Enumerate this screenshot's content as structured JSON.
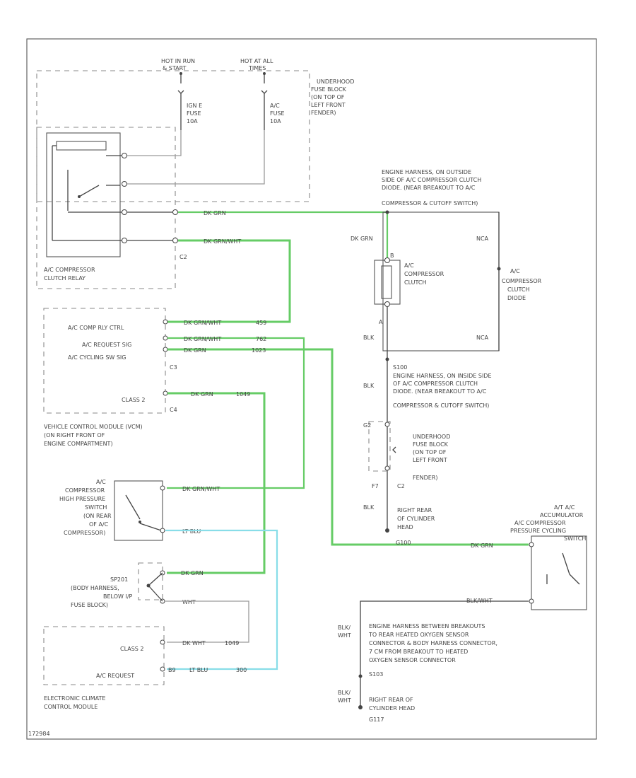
{
  "diagram": {
    "fuse_block_top": {
      "hot_run_l1": "HOT IN RUN",
      "hot_run_l2": "& START",
      "hot_all_l1": "HOT AT ALL",
      "hot_all_l2": "TIMES",
      "ign_fuse_l1": "IGN E",
      "ign_fuse_l2": "FUSE",
      "ign_fuse_l3": "10A",
      "ac_fuse_l1": "A/C",
      "ac_fuse_l2": "FUSE",
      "ac_fuse_l3": "10A",
      "label_l1": "UNDERHOOD",
      "label_l2": "FUSE BLOCK",
      "label_l3": "(ON TOP OF",
      "label_l4": "LEFT FRONT",
      "label_l5": "FENDER)"
    },
    "relay": {
      "label_l1": "A/C COMPRESSOR",
      "label_l2": "CLUTCH RELAY",
      "connector": "C2",
      "wire1": "DK GRN",
      "wire2": "DK GRN/WHT"
    },
    "harness_top": {
      "l1": "ENGINE HARNESS, ON OUTSIDE",
      "l2": "SIDE OF A/C COMPRESSOR CLUTCH",
      "l3": "DIODE. (NEAR BREAKOUT TO A/C",
      "l4": "COMPRESSOR & CUTOFF SWITCH)"
    },
    "clutch": {
      "wire_in": "DK GRN",
      "label_l1": "A/C",
      "label_l2": "COMPRESSOR",
      "label_l3": "CLUTCH",
      "pin_b": "B",
      "pin_a": "A",
      "wire_out": "BLK"
    },
    "diode": {
      "wire_top": "NCA",
      "wire_bottom": "NCA",
      "label_l1": "A/C",
      "label_l2": "COMPRESSOR",
      "label_l3": "CLUTCH",
      "label_l4": "DIODE"
    },
    "vcm": {
      "pin1": "A/C COMP RLY CTRL",
      "pin2": "A/C REQUEST SIG",
      "pin3": "A/C CYCLING SW SIG",
      "pin4": "CLASS 2",
      "wire1": "DK GRN/WHT",
      "wire2": "DK GRN/WHT",
      "wire3": "DK GRN",
      "wire4": "DK GRN",
      "circuit1": "459",
      "circuit2": "762",
      "circuit3": "1023",
      "circuit4": "1049",
      "conn_c3": "C3",
      "conn_c4": "C4",
      "label_l1": "VEHICLE CONTROL MODULE (VCM)",
      "label_l2": "(ON RIGHT FRONT OF",
      "label_l3": "ENGINE COMPARTMENT)"
    },
    "ground_harness": {
      "splice": "S100",
      "wire": "BLK",
      "l1": "ENGINE HARNESS, ON INSIDE SIDE",
      "l2": "OF A/C COMPRESSOR CLUTCH",
      "l3": "DIODE. (NEAR BREAKOUT TO A/C",
      "l4": "COMPRESSOR & CUTOFF SWITCH)"
    },
    "fuse_block_low": {
      "pin_top": "G2",
      "pin_bot": "F7",
      "conn": "C2",
      "wire": "BLK",
      "label_l1": "UNDERHOOD",
      "label_l2": "FUSE BLOCK",
      "label_l3": "(ON TOP OF",
      "label_l4": "LEFT FRONT",
      "label_l5": "FENDER)",
      "ground_l1": "RIGHT REAR",
      "ground_l2": "OF CYLINDER",
      "ground_l3": "HEAD",
      "ground_id": "G100"
    },
    "hp_switch": {
      "label_l1": "A/C",
      "label_l2": "COMPRESSOR",
      "label_l3": "HIGH PRESSURE",
      "label_l4": "SWITCH",
      "label_l5": "(ON REAR",
      "label_l6": "OF A/C",
      "label_l7": "COMPRESSOR)",
      "wire_top": "DK GRN/WHT",
      "wire_bot": "LT BLU"
    },
    "cycling_switch": {
      "label_l1": "A/T A/C",
      "label_l2": "ACCUMULATOR",
      "label_l3": "A/C COMPRESSOR",
      "label_l4": "PRESSURE CYCLING",
      "label_l5": "SWITCH",
      "wire_top": "DK GRN",
      "wire_bot": "BLK/WHT"
    },
    "splice_s201": {
      "label_l1": "SP201",
      "label_l2": "(BODY HARNESS,",
      "label_l3": "BELOW I/P",
      "label_l4": "FUSE BLOCK)",
      "wire_in": "DK GRN",
      "wire_out": "WHT"
    },
    "eccm": {
      "pin1": "CLASS 2",
      "pin2": "A/C REQUEST",
      "wire1": "DK WHT",
      "circuit1": "1049",
      "wire2": "LT BLU",
      "circuit2": "300",
      "pin_b": "B9",
      "label_l1": "ELECTRONIC CLIMATE",
      "label_l2": "CONTROL MODULE"
    },
    "ground_lower": {
      "wire_a_l1": "BLK/",
      "wire_a_l2": "WHT",
      "wire_b_l1": "BLK/",
      "wire_b_l2": "WHT",
      "l1": "ENGINE HARNESS BETWEEN BREAKOUTS",
      "l2": "TO REAR HEATED OXYGEN SENSOR",
      "l3": "CONNECTOR & BODY HARNESS CONNECTOR,",
      "l4": "7 CM FROM BREAKOUT TO HEATED",
      "l5": "OXYGEN SENSOR CONNECTOR",
      "splice": "S103",
      "ground_l1": "RIGHT REAR OF",
      "ground_l2": "CYLINDER HEAD",
      "ground_id": "G117"
    },
    "footer_id": "172984"
  }
}
